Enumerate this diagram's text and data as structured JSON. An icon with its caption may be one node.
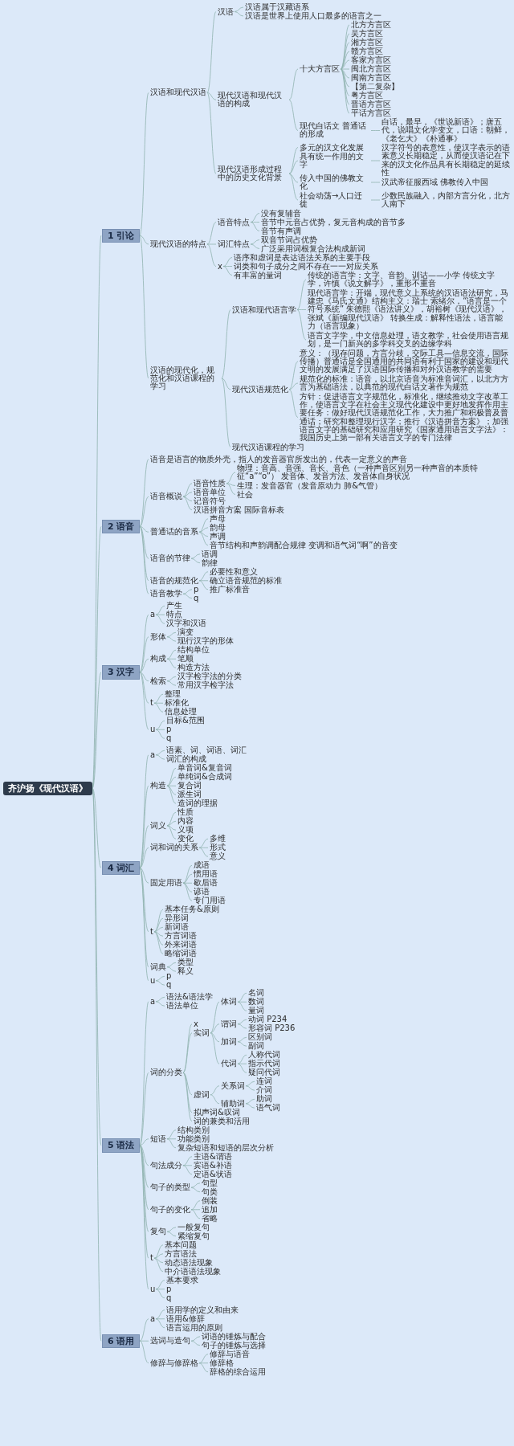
{
  "diagram": {
    "nodes": [
      {
        "text": [
          "齐沪扬《现代汉语》"
        ]
      },
      {
        "text": [
          "1 引论"
        ]
      },
      {
        "text": [
          "汉语和现代汉语"
        ]
      },
      {
        "text": [
          "汉语"
        ]
      },
      {
        "text": [
          "汉语属于汉藏语系"
        ]
      },
      {
        "text": [
          "汉语是世界上使用人口最多的语言之一"
        ]
      },
      {
        "text": [
          "现代汉语和现代汉语的构成"
        ]
      },
      {
        "text": [
          "十大方言区"
        ]
      },
      {
        "text": [
          "北方方言区"
        ]
      },
      {
        "text": [
          "吴方言区"
        ]
      },
      {
        "text": [
          "湘方言区"
        ]
      },
      {
        "text": [
          "赣方言区"
        ]
      },
      {
        "text": [
          "客家方言区"
        ]
      },
      {
        "text": [
          "闽北方言区"
        ]
      },
      {
        "text": [
          "闽南方言区"
        ]
      },
      {
        "text": [
          "【第二复杂】"
        ]
      },
      {
        "text": [
          "粤方言区"
        ]
      },
      {
        "text": [
          "晋语方言区"
        ]
      },
      {
        "text": [
          "平话方言区"
        ]
      },
      {
        "text": [
          "现代白话文 普通话的形成"
        ]
      },
      {
        "text": [
          "白话，最早，《世说新语》；唐五代，说唱文化学变文，口语：朝鲜，《老乞大》《朴通事》"
        ]
      },
      {
        "text": [
          "现代汉语形成过程中的历史文化背景"
        ]
      },
      {
        "text": [
          "多元的汉文化发展"
        ]
      },
      {
        "text": [
          "具有统一作用的文字"
        ]
      },
      {
        "text": [
          "汉字符号的表意性，使汉字表示的语素意义长期稳定，从而使汉语记在下来的汉文化作品具有长期稳定的延续性"
        ]
      },
      {
        "text": [
          "传入中国的佛教文化"
        ]
      },
      {
        "text": [
          "汉武帝征服西域 佛教传入中国"
        ]
      },
      {
        "text": [
          "社会动荡→人口迁徙"
        ]
      },
      {
        "text": [
          "少数民族融入，内部方言分化，北方人南下"
        ]
      },
      {
        "text": [
          "现代汉语的特点"
        ]
      },
      {
        "text": [
          "语音特点"
        ]
      },
      {
        "text": [
          "没有复辅音"
        ]
      },
      {
        "text": [
          "音节中元音占优势，复元音构成的音节多"
        ]
      },
      {
        "text": [
          "音节有声调"
        ]
      },
      {
        "text": [
          "词汇特点"
        ]
      },
      {
        "text": [
          "双音节词占优势"
        ]
      },
      {
        "text": [
          "广泛采用词根复合法构成新词"
        ]
      },
      {
        "text": [
          "x"
        ]
      },
      {
        "text": [
          "语序和虚词是表达语法关系的主要手段"
        ]
      },
      {
        "text": [
          "词类和句子成分之间不存在一一对应关系"
        ]
      },
      {
        "text": [
          "有丰富的量词"
        ]
      },
      {
        "text": [
          "汉语的现代化，规范化和汉语课程的学习"
        ]
      },
      {
        "text": [
          "汉语和现代语言学"
        ]
      },
      {
        "text": [
          "传统的语言学：文字、音韵、训诂——小学 传统文字学，许慎《说文解字》，重形不重音"
        ]
      },
      {
        "text": [
          "现代语言学：开端，现代意义上系统的汉语语法研究，马建忠《马氏文通》结构主义：瑞士 索绪尔，“语言是一个符号系统” 朱德熙《语法讲义》，胡裕树《现代汉语》，张斌《新编现代汉语》 转换生成：解释性语法，语言能力（语言现象）"
        ]
      },
      {
        "text": [
          "语言文字学，中文信息处理，语文教学，社会使用语言规划，是一门新兴的多学科交叉的边缘学科"
        ]
      },
      {
        "text": [
          "现代汉语规范化"
        ]
      },
      {
        "text": [
          "意义：（现存问题，方言分歧，交际工具—信息交流，国际传播）普通话是全国通用的共同语有利于国家的建设和现代文明的发展满足了汉语国际传播和对外汉语教学的需要"
        ]
      },
      {
        "text": [
          "规范化的标准：语音，以北京语音为标准音词汇，以北方方言为基础语法，以典范的现代白话文著作为规范"
        ]
      },
      {
        "text": [
          "方针：促进语言文字规范化，标准化，继续推动文字改革工作，使语言文字在社会主义现代化建设中更好地发挥作用主要任务：做好现代汉语规范化工作，大力推广和积极普及普通话；研究和整理现行汉字；推行《汉语拼音方案》；加强语言文字的基础研究和应用研究《国家通用语言文字法》：我国历史上第一部有关语言文字的专门法律"
        ]
      },
      {
        "text": [
          "现代汉语课程的学习"
        ]
      },
      {
        "text": [
          "2 语音"
        ]
      },
      {
        "text": [
          "语音是语言的物质外壳，指人的发音器官所发出的，代表一定意义的声音"
        ]
      },
      {
        "text": [
          "语音概说"
        ]
      },
      {
        "text": [
          "语音性质"
        ]
      },
      {
        "text": [
          "物理：音高、音强、音长、音色（一种声音区别另一种声音的本质特征“a”“o”） 发音体、发音方法、发音体自身状况"
        ]
      },
      {
        "text": [
          "生理：发音器官（发音原动力 肺&气管）"
        ]
      },
      {
        "text": [
          "社会"
        ]
      },
      {
        "text": [
          "语音单位"
        ]
      },
      {
        "text": [
          "记音符号"
        ]
      },
      {
        "text": [
          "汉语拼音方案 国际音标表"
        ]
      },
      {
        "text": [
          "普通话的音系"
        ]
      },
      {
        "text": [
          "声母"
        ]
      },
      {
        "text": [
          "韵母"
        ]
      },
      {
        "text": [
          "声调"
        ]
      },
      {
        "text": [
          "音节结构和声韵调配合规律 变调和语气词“啊”的音变"
        ]
      },
      {
        "text": [
          "语音的节律"
        ]
      },
      {
        "text": [
          "语调"
        ]
      },
      {
        "text": [
          "韵律"
        ]
      },
      {
        "text": [
          "语音的规范化"
        ]
      },
      {
        "text": [
          "必要性和意义"
        ]
      },
      {
        "text": [
          "确立语音规范的标准"
        ]
      },
      {
        "text": [
          "推广标准音"
        ]
      },
      {
        "text": [
          "语音教学"
        ]
      },
      {
        "text": [
          "p"
        ]
      },
      {
        "text": [
          "q"
        ]
      },
      {
        "text": [
          "3 汉字"
        ]
      },
      {
        "text": [
          "a"
        ]
      },
      {
        "text": [
          "产生"
        ]
      },
      {
        "text": [
          "特点"
        ]
      },
      {
        "text": [
          "汉字和汉语"
        ]
      },
      {
        "text": [
          "形体"
        ]
      },
      {
        "text": [
          "演变"
        ]
      },
      {
        "text": [
          "现行汉字的形体"
        ]
      },
      {
        "text": [
          "构成"
        ]
      },
      {
        "text": [
          "结构单位"
        ]
      },
      {
        "text": [
          "笔顺"
        ]
      },
      {
        "text": [
          "构造方法"
        ]
      },
      {
        "text": [
          "检索"
        ]
      },
      {
        "text": [
          "汉字检字法的分类"
        ]
      },
      {
        "text": [
          "常用汉字检字法"
        ]
      },
      {
        "text": [
          "t"
        ]
      },
      {
        "text": [
          "整理"
        ]
      },
      {
        "text": [
          "标准化"
        ]
      },
      {
        "text": [
          "信息处理"
        ]
      },
      {
        "text": [
          "u"
        ]
      },
      {
        "text": [
          "目标&范围"
        ]
      },
      {
        "text": [
          "p"
        ]
      },
      {
        "text": [
          "q"
        ]
      },
      {
        "text": [
          "4 词汇"
        ]
      },
      {
        "text": [
          "a"
        ]
      },
      {
        "text": [
          "语素、词、词语、词汇"
        ]
      },
      {
        "text": [
          "词汇的构成"
        ]
      },
      {
        "text": [
          "构造"
        ]
      },
      {
        "text": [
          "单音词&复音词"
        ]
      },
      {
        "text": [
          "单纯词&合成词"
        ]
      },
      {
        "text": [
          "复合词"
        ]
      },
      {
        "text": [
          "派生词"
        ]
      },
      {
        "text": [
          "造词的理据"
        ]
      },
      {
        "text": [
          "词义"
        ]
      },
      {
        "text": [
          "性质"
        ]
      },
      {
        "text": [
          "内容"
        ]
      },
      {
        "text": [
          "义项"
        ]
      },
      {
        "text": [
          "变化"
        ]
      },
      {
        "text": [
          "词和词的关系"
        ]
      },
      {
        "text": [
          "多维"
        ]
      },
      {
        "text": [
          "形式"
        ]
      },
      {
        "text": [
          "意义"
        ]
      },
      {
        "text": [
          "固定用语"
        ]
      },
      {
        "text": [
          "成语"
        ]
      },
      {
        "text": [
          "惯用语"
        ]
      },
      {
        "text": [
          "歇后语"
        ]
      },
      {
        "text": [
          "谚语"
        ]
      },
      {
        "text": [
          "专门用语"
        ]
      },
      {
        "text": [
          "t"
        ]
      },
      {
        "text": [
          "基本任务&原则"
        ]
      },
      {
        "text": [
          "异形词"
        ]
      },
      {
        "text": [
          "新词语"
        ]
      },
      {
        "text": [
          "方言词语"
        ]
      },
      {
        "text": [
          "外来词语"
        ]
      },
      {
        "text": [
          "略缩词语"
        ]
      },
      {
        "text": [
          "词典"
        ]
      },
      {
        "text": [
          "类型"
        ]
      },
      {
        "text": [
          "释义"
        ]
      },
      {
        "text": [
          "u"
        ]
      },
      {
        "text": [
          "p"
        ]
      },
      {
        "text": [
          "q"
        ]
      },
      {
        "text": [
          "5 语法"
        ]
      },
      {
        "text": [
          "a"
        ]
      },
      {
        "text": [
          "语法&语法学"
        ]
      },
      {
        "text": [
          "语法单位"
        ]
      },
      {
        "text": [
          "词的分类"
        ]
      },
      {
        "text": [
          "x"
        ]
      },
      {
        "text": [
          "实词"
        ]
      },
      {
        "text": [
          "体词"
        ]
      },
      {
        "text": [
          "名词"
        ]
      },
      {
        "text": [
          "数词"
        ]
      },
      {
        "text": [
          "量词"
        ]
      },
      {
        "text": [
          "谓词"
        ]
      },
      {
        "text": [
          "动词 P234"
        ]
      },
      {
        "text": [
          "形容词 P236"
        ]
      },
      {
        "text": [
          "加词"
        ]
      },
      {
        "text": [
          "区别词"
        ]
      },
      {
        "text": [
          "副词"
        ]
      },
      {
        "text": [
          "代词"
        ]
      },
      {
        "text": [
          "人称代词"
        ]
      },
      {
        "text": [
          "指示代词"
        ]
      },
      {
        "text": [
          "疑问代词"
        ]
      },
      {
        "text": [
          "虚词"
        ]
      },
      {
        "text": [
          "关系词"
        ]
      },
      {
        "text": [
          "连词"
        ]
      },
      {
        "text": [
          "介词"
        ]
      },
      {
        "text": [
          "辅助词"
        ]
      },
      {
        "text": [
          "助词"
        ]
      },
      {
        "text": [
          "语气词"
        ]
      },
      {
        "text": [
          "拟声词&叹词"
        ]
      },
      {
        "text": [
          "词的兼类和活用"
        ]
      },
      {
        "text": [
          "短语"
        ]
      },
      {
        "text": [
          "结构类别"
        ]
      },
      {
        "text": [
          "功能类别"
        ]
      },
      {
        "text": [
          "复杂短语和短语的层次分析"
        ]
      },
      {
        "text": [
          "句法成分"
        ]
      },
      {
        "text": [
          "主语&谓语"
        ]
      },
      {
        "text": [
          "宾语&补语"
        ]
      },
      {
        "text": [
          "定语&状语"
        ]
      },
      {
        "text": [
          "句子的类型"
        ]
      },
      {
        "text": [
          "句型"
        ]
      },
      {
        "text": [
          "句类"
        ]
      },
      {
        "text": [
          "句子的变化"
        ]
      },
      {
        "text": [
          "倒装"
        ]
      },
      {
        "text": [
          "追加"
        ]
      },
      {
        "text": [
          "省略"
        ]
      },
      {
        "text": [
          "复句"
        ]
      },
      {
        "text": [
          "一般复句"
        ]
      },
      {
        "text": [
          "紧缩复句"
        ]
      },
      {
        "text": [
          "t"
        ]
      },
      {
        "text": [
          "基本问题"
        ]
      },
      {
        "text": [
          "方言语法"
        ]
      },
      {
        "text": [
          "动态语法现象"
        ]
      },
      {
        "text": [
          "中介语语法现象"
        ]
      },
      {
        "text": [
          "u"
        ]
      },
      {
        "text": [
          "基本要求"
        ]
      },
      {
        "text": [
          "p"
        ]
      },
      {
        "text": [
          "q"
        ]
      },
      {
        "text": [
          "6 语用"
        ]
      },
      {
        "text": [
          "a"
        ]
      },
      {
        "text": [
          "语用学的定义和由来"
        ]
      },
      {
        "text": [
          "语用&修辞"
        ]
      },
      {
        "text": [
          "语言运用的原则"
        ]
      },
      {
        "text": [
          "选词与造句"
        ]
      },
      {
        "text": [
          "词语的锤炼与配合"
        ]
      },
      {
        "text": [
          "句子的锤炼与选择"
        ]
      },
      {
        "text": [
          "修辞与修辞格"
        ]
      },
      {
        "text": [
          "修辞与语音"
        ]
      },
      {
        "text": [
          "修辞格"
        ]
      },
      {
        "text": [
          "辞格的综合运用"
        ]
      }
    ],
    "edges": [
      {
        "from": 0,
        "to": 1,
        "arrow": "none"
      },
      {
        "from": 1,
        "to": 2,
        "arrow": "none"
      },
      {
        "from": 2,
        "to": 3,
        "arrow": "none"
      },
      {
        "from": 3,
        "to": 4,
        "arrow": "none"
      },
      {
        "from": 3,
        "to": 5,
        "arrow": "none"
      },
      {
        "from": 2,
        "to": 6,
        "arrow": "none"
      },
      {
        "from": 6,
        "to": 7,
        "arrow": "none"
      },
      {
        "from": 7,
        "to": 8,
        "arrow": "none"
      },
      {
        "from": 7,
        "to": 9,
        "arrow": "none"
      },
      {
        "from": 7,
        "to": 10,
        "arrow": "none"
      },
      {
        "from": 7,
        "to": 11,
        "arrow": "none"
      },
      {
        "from": 7,
        "to": 12,
        "arrow": "none"
      },
      {
        "from": 7,
        "to": 13,
        "arrow": "none"
      },
      {
        "from": 7,
        "to": 14,
        "arrow": "none"
      },
      {
        "from": 7,
        "to": 15,
        "arrow": "none"
      },
      {
        "from": 7,
        "to": 16,
        "arrow": "none"
      },
      {
        "from": 7,
        "to": 17,
        "arrow": "none"
      },
      {
        "from": 7,
        "to": 18,
        "arrow": "none"
      },
      {
        "from": 6,
        "to": 19,
        "arrow": "none"
      },
      {
        "from": 19,
        "to": 20,
        "arrow": "none"
      },
      {
        "from": 2,
        "to": 21,
        "arrow": "none"
      },
      {
        "from": 21,
        "to": 22,
        "arrow": "none"
      },
      {
        "from": 21,
        "to": 23,
        "arrow": "none"
      },
      {
        "from": 23,
        "to": 24,
        "arrow": "none"
      },
      {
        "from": 21,
        "to": 25,
        "arrow": "none"
      },
      {
        "from": 25,
        "to": 26,
        "arrow": "none"
      },
      {
        "from": 21,
        "to": 27,
        "arrow": "none"
      },
      {
        "from": 27,
        "to": 28,
        "arrow": "none"
      },
      {
        "from": 1,
        "to": 29,
        "arrow": "none"
      },
      {
        "from": 29,
        "to": 30,
        "arrow": "none"
      },
      {
        "from": 30,
        "to": 31,
        "arrow": "none"
      },
      {
        "from": 30,
        "to": 32,
        "arrow": "none"
      },
      {
        "from": 30,
        "to": 33,
        "arrow": "none"
      },
      {
        "from": 29,
        "to": 34,
        "arrow": "none"
      },
      {
        "from": 34,
        "to": 35,
        "arrow": "none"
      },
      {
        "from": 34,
        "to": 36,
        "arrow": "none"
      },
      {
        "from": 29,
        "to": 37,
        "arrow": "none"
      },
      {
        "from": 37,
        "to": 38,
        "arrow": "none"
      },
      {
        "from": 37,
        "to": 39,
        "arrow": "none"
      },
      {
        "from": 37,
        "to": 40,
        "arrow": "none"
      },
      {
        "from": 1,
        "to": 41,
        "arrow": "none"
      },
      {
        "from": 41,
        "to": 42,
        "arrow": "none"
      },
      {
        "from": 42,
        "to": 43,
        "arrow": "none"
      },
      {
        "from": 42,
        "to": 44,
        "arrow": "none"
      },
      {
        "from": 42,
        "to": 45,
        "arrow": "none"
      },
      {
        "from": 41,
        "to": 46,
        "arrow": "none"
      },
      {
        "from": 46,
        "to": 47,
        "arrow": "none"
      },
      {
        "from": 46,
        "to": 48,
        "arrow": "none"
      },
      {
        "from": 46,
        "to": 49,
        "arrow": "none"
      },
      {
        "from": 41,
        "to": 50,
        "arrow": "none"
      },
      {
        "from": 0,
        "to": 51,
        "arrow": "none"
      },
      {
        "from": 51,
        "to": 52,
        "arrow": "none"
      },
      {
        "from": 51,
        "to": 53,
        "arrow": "none"
      },
      {
        "from": 53,
        "to": 54,
        "arrow": "none"
      },
      {
        "from": 54,
        "to": 55,
        "arrow": "none"
      },
      {
        "from": 54,
        "to": 56,
        "arrow": "none"
      },
      {
        "from": 54,
        "to": 57,
        "arrow": "none"
      },
      {
        "from": 53,
        "to": 58,
        "arrow": "none"
      },
      {
        "from": 53,
        "to": 59,
        "arrow": "none"
      },
      {
        "from": 53,
        "to": 60,
        "arrow": "none"
      },
      {
        "from": 51,
        "to": 61,
        "arrow": "none"
      },
      {
        "from": 61,
        "to": 62,
        "arrow": "none"
      },
      {
        "from": 61,
        "to": 63,
        "arrow": "none"
      },
      {
        "from": 61,
        "to": 64,
        "arrow": "none"
      },
      {
        "from": 61,
        "to": 65,
        "arrow": "none"
      },
      {
        "from": 51,
        "to": 66,
        "arrow": "none"
      },
      {
        "from": 66,
        "to": 67,
        "arrow": "none"
      },
      {
        "from": 66,
        "to": 68,
        "arrow": "none"
      },
      {
        "from": 51,
        "to": 69,
        "arrow": "none"
      },
      {
        "from": 69,
        "to": 70,
        "arrow": "none"
      },
      {
        "from": 69,
        "to": 71,
        "arrow": "none"
      },
      {
        "from": 69,
        "to": 72,
        "arrow": "none"
      },
      {
        "from": 51,
        "to": 73,
        "arrow": "none"
      },
      {
        "from": 73,
        "to": 74,
        "arrow": "none"
      },
      {
        "from": 73,
        "to": 75,
        "arrow": "none"
      },
      {
        "from": 0,
        "to": 76,
        "arrow": "none"
      },
      {
        "from": 76,
        "to": 77,
        "arrow": "none"
      },
      {
        "from": 77,
        "to": 78,
        "arrow": "none"
      },
      {
        "from": 77,
        "to": 79,
        "arrow": "none"
      },
      {
        "from": 77,
        "to": 80,
        "arrow": "none"
      },
      {
        "from": 76,
        "to": 81,
        "arrow": "none"
      },
      {
        "from": 81,
        "to": 82,
        "arrow": "none"
      },
      {
        "from": 81,
        "to": 83,
        "arrow": "none"
      },
      {
        "from": 76,
        "to": 84,
        "arrow": "none"
      },
      {
        "from": 84,
        "to": 85,
        "arrow": "none"
      },
      {
        "from": 84,
        "to": 86,
        "arrow": "none"
      },
      {
        "from": 84,
        "to": 87,
        "arrow": "none"
      },
      {
        "from": 76,
        "to": 88,
        "arrow": "none"
      },
      {
        "from": 88,
        "to": 89,
        "arrow": "none"
      },
      {
        "from": 88,
        "to": 90,
        "arrow": "none"
      },
      {
        "from": 76,
        "to": 91,
        "arrow": "none"
      },
      {
        "from": 91,
        "to": 92,
        "arrow": "none"
      },
      {
        "from": 91,
        "to": 93,
        "arrow": "none"
      },
      {
        "from": 91,
        "to": 94,
        "arrow": "none"
      },
      {
        "from": 76,
        "to": 95,
        "arrow": "none"
      },
      {
        "from": 95,
        "to": 96,
        "arrow": "none"
      },
      {
        "from": 95,
        "to": 97,
        "arrow": "none"
      },
      {
        "from": 95,
        "to": 98,
        "arrow": "none"
      },
      {
        "from": 0,
        "to": 99,
        "arrow": "none"
      },
      {
        "from": 99,
        "to": 100,
        "arrow": "none"
      },
      {
        "from": 100,
        "to": 101,
        "arrow": "none"
      },
      {
        "from": 100,
        "to": 102,
        "arrow": "none"
      },
      {
        "from": 99,
        "to": 103,
        "arrow": "none"
      },
      {
        "from": 103,
        "to": 104,
        "arrow": "none"
      },
      {
        "from": 103,
        "to": 105,
        "arrow": "none"
      },
      {
        "from": 103,
        "to": 106,
        "arrow": "none"
      },
      {
        "from": 103,
        "to": 107,
        "arrow": "none"
      },
      {
        "from": 103,
        "to": 108,
        "arrow": "none"
      },
      {
        "from": 99,
        "to": 109,
        "arrow": "none"
      },
      {
        "from": 109,
        "to": 110,
        "arrow": "none"
      },
      {
        "from": 109,
        "to": 111,
        "arrow": "none"
      },
      {
        "from": 109,
        "to": 112,
        "arrow": "none"
      },
      {
        "from": 109,
        "to": 113,
        "arrow": "none"
      },
      {
        "from": 99,
        "to": 114,
        "arrow": "none"
      },
      {
        "from": 114,
        "to": 115,
        "arrow": "none"
      },
      {
        "from": 114,
        "to": 116,
        "arrow": "none"
      },
      {
        "from": 114,
        "to": 117,
        "arrow": "none"
      },
      {
        "from": 99,
        "to": 118,
        "arrow": "none"
      },
      {
        "from": 118,
        "to": 119,
        "arrow": "none"
      },
      {
        "from": 118,
        "to": 120,
        "arrow": "none"
      },
      {
        "from": 118,
        "to": 121,
        "arrow": "none"
      },
      {
        "from": 118,
        "to": 122,
        "arrow": "none"
      },
      {
        "from": 118,
        "to": 123,
        "arrow": "none"
      },
      {
        "from": 99,
        "to": 124,
        "arrow": "none"
      },
      {
        "from": 124,
        "to": 125,
        "arrow": "none"
      },
      {
        "from": 124,
        "to": 126,
        "arrow": "none"
      },
      {
        "from": 124,
        "to": 127,
        "arrow": "none"
      },
      {
        "from": 124,
        "to": 128,
        "arrow": "none"
      },
      {
        "from": 124,
        "to": 129,
        "arrow": "none"
      },
      {
        "from": 124,
        "to": 130,
        "arrow": "none"
      },
      {
        "from": 99,
        "to": 131,
        "arrow": "none"
      },
      {
        "from": 131,
        "to": 132,
        "arrow": "none"
      },
      {
        "from": 131,
        "to": 133,
        "arrow": "none"
      },
      {
        "from": 99,
        "to": 134,
        "arrow": "none"
      },
      {
        "from": 134,
        "to": 135,
        "arrow": "none"
      },
      {
        "from": 134,
        "to": 136,
        "arrow": "none"
      },
      {
        "from": 0,
        "to": 137,
        "arrow": "none"
      },
      {
        "from": 137,
        "to": 138,
        "arrow": "none"
      },
      {
        "from": 138,
        "to": 139,
        "arrow": "none"
      },
      {
        "from": 138,
        "to": 140,
        "arrow": "none"
      },
      {
        "from": 137,
        "to": 141,
        "arrow": "none"
      },
      {
        "from": 141,
        "to": 142,
        "arrow": "none"
      },
      {
        "from": 141,
        "to": 143,
        "arrow": "none"
      },
      {
        "from": 143,
        "to": 144,
        "arrow": "none"
      },
      {
        "from": 144,
        "to": 145,
        "arrow": "none"
      },
      {
        "from": 144,
        "to": 146,
        "arrow": "none"
      },
      {
        "from": 144,
        "to": 147,
        "arrow": "none"
      },
      {
        "from": 143,
        "to": 148,
        "arrow": "none"
      },
      {
        "from": 148,
        "to": 149,
        "arrow": "none"
      },
      {
        "from": 148,
        "to": 150,
        "arrow": "none"
      },
      {
        "from": 143,
        "to": 151,
        "arrow": "none"
      },
      {
        "from": 151,
        "to": 152,
        "arrow": "none"
      },
      {
        "from": 151,
        "to": 153,
        "arrow": "none"
      },
      {
        "from": 143,
        "to": 154,
        "arrow": "none"
      },
      {
        "from": 154,
        "to": 155,
        "arrow": "none"
      },
      {
        "from": 154,
        "to": 156,
        "arrow": "none"
      },
      {
        "from": 154,
        "to": 157,
        "arrow": "none"
      },
      {
        "from": 141,
        "to": 158,
        "arrow": "none"
      },
      {
        "from": 158,
        "to": 159,
        "arrow": "none"
      },
      {
        "from": 159,
        "to": 160,
        "arrow": "none"
      },
      {
        "from": 159,
        "to": 161,
        "arrow": "none"
      },
      {
        "from": 158,
        "to": 162,
        "arrow": "none"
      },
      {
        "from": 162,
        "to": 163,
        "arrow": "none"
      },
      {
        "from": 162,
        "to": 164,
        "arrow": "none"
      },
      {
        "from": 141,
        "to": 165,
        "arrow": "none"
      },
      {
        "from": 141,
        "to": 166,
        "arrow": "none"
      },
      {
        "from": 137,
        "to": 167,
        "arrow": "none"
      },
      {
        "from": 167,
        "to": 168,
        "arrow": "none"
      },
      {
        "from": 167,
        "to": 169,
        "arrow": "none"
      },
      {
        "from": 167,
        "to": 170,
        "arrow": "none"
      },
      {
        "from": 137,
        "to": 171,
        "arrow": "none"
      },
      {
        "from": 171,
        "to": 172,
        "arrow": "none"
      },
      {
        "from": 171,
        "to": 173,
        "arrow": "none"
      },
      {
        "from": 171,
        "to": 174,
        "arrow": "none"
      },
      {
        "from": 137,
        "to": 175,
        "arrow": "none"
      },
      {
        "from": 175,
        "to": 176,
        "arrow": "none"
      },
      {
        "from": 175,
        "to": 177,
        "arrow": "none"
      },
      {
        "from": 137,
        "to": 178,
        "arrow": "none"
      },
      {
        "from": 178,
        "to": 179,
        "arrow": "none"
      },
      {
        "from": 178,
        "to": 180,
        "arrow": "none"
      },
      {
        "from": 178,
        "to": 181,
        "arrow": "none"
      },
      {
        "from": 137,
        "to": 182,
        "arrow": "none"
      },
      {
        "from": 182,
        "to": 183,
        "arrow": "none"
      },
      {
        "from": 182,
        "to": 184,
        "arrow": "none"
      },
      {
        "from": 137,
        "to": 185,
        "arrow": "none"
      },
      {
        "from": 185,
        "to": 186,
        "arrow": "none"
      },
      {
        "from": 185,
        "to": 187,
        "arrow": "none"
      },
      {
        "from": 185,
        "to": 188,
        "arrow": "none"
      },
      {
        "from": 185,
        "to": 189,
        "arrow": "none"
      },
      {
        "from": 137,
        "to": 190,
        "arrow": "none"
      },
      {
        "from": 190,
        "to": 191,
        "arrow": "none"
      },
      {
        "from": 190,
        "to": 192,
        "arrow": "none"
      },
      {
        "from": 190,
        "to": 193,
        "arrow": "none"
      },
      {
        "from": 0,
        "to": 194,
        "arrow": "none"
      },
      {
        "from": 194,
        "to": 195,
        "arrow": "none"
      },
      {
        "from": 195,
        "to": 196,
        "arrow": "none"
      },
      {
        "from": 195,
        "to": 197,
        "arrow": "none"
      },
      {
        "from": 195,
        "to": 198,
        "arrow": "none"
      },
      {
        "from": 194,
        "to": 199,
        "arrow": "none"
      },
      {
        "from": 199,
        "to": 200,
        "arrow": "none"
      },
      {
        "from": 199,
        "to": 201,
        "arrow": "none"
      },
      {
        "from": 194,
        "to": 202,
        "arrow": "none"
      },
      {
        "from": 202,
        "to": 203,
        "arrow": "none"
      },
      {
        "from": 202,
        "to": 204,
        "arrow": "none"
      },
      {
        "from": 202,
        "to": 205,
        "arrow": "none"
      }
    ]
  }
}
